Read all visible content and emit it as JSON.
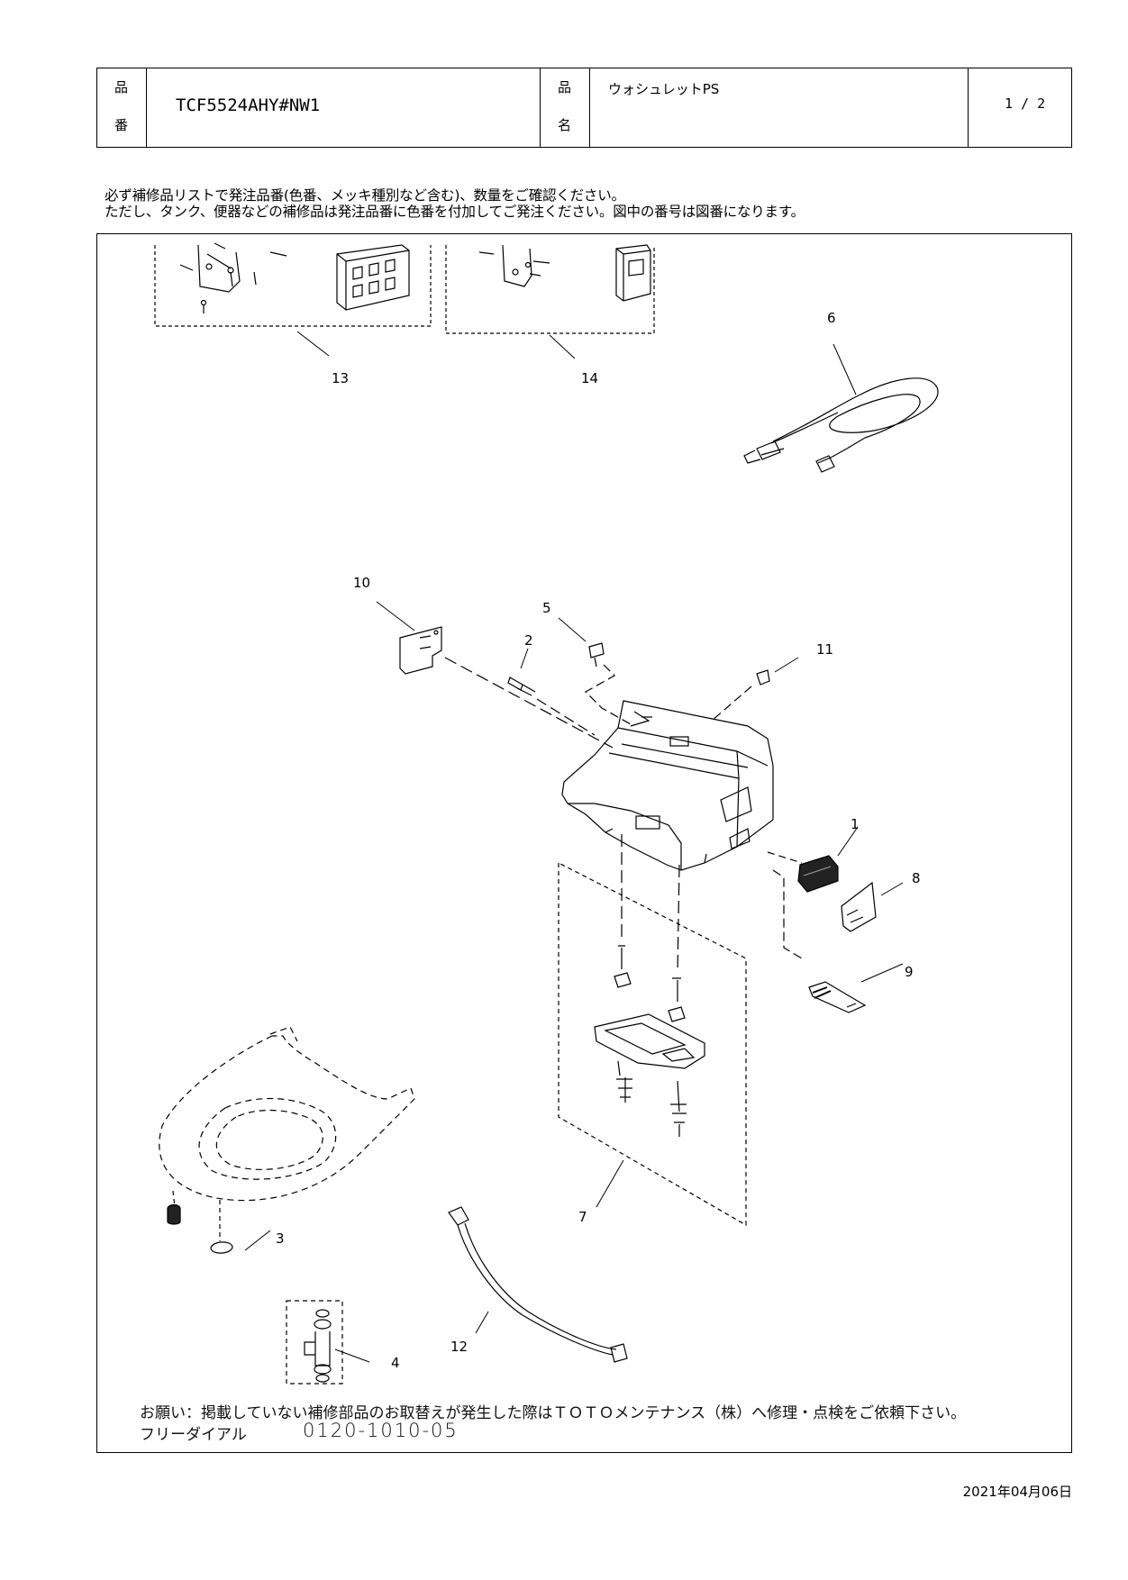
{
  "header": {
    "part_no_label_top": "品",
    "part_no_label_bottom": "番",
    "part_no": "TCF5524AHY#NW1",
    "name_label_top": "品",
    "name_label_bottom": "名",
    "product_name": "ウォシュレットPS",
    "page": "1 / 2"
  },
  "notice": {
    "line1": "必ず補修品リストで発注品番(色番、メッキ種別など含む)、数量をご確認ください。",
    "line2": "ただし、タンク、便器などの補修品は発注品番に色番を付加してご発注ください。図中の番号は図番になります。"
  },
  "callouts": [
    "1",
    "2",
    "3",
    "4",
    "5",
    "6",
    "7",
    "8",
    "9",
    "10",
    "11",
    "12",
    "13",
    "14"
  ],
  "footer": {
    "request": "お願い：掲載していない補修部品のお取替えが発生した際はＴＯＴＯメンテナンス（株）へ修理・点検をご依頼下さい。",
    "freedial_label": "フリーダイアル",
    "freedial_number": "0120-1010-05"
  },
  "date": "2021年04月06日"
}
